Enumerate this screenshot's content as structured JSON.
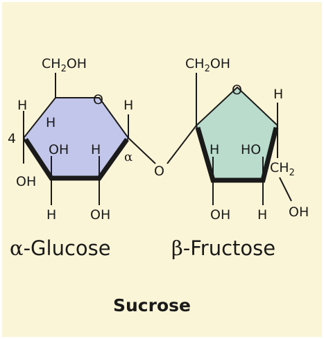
{
  "colors": {
    "background": "#fbf5d7",
    "glucose_ring": "#c2c6ea",
    "fructose_ring": "#b9dccd",
    "ink": "#1a1a1a"
  },
  "glucose": {
    "top_group": {
      "main": "CH",
      "sub": "2",
      "tail": "OH"
    },
    "ring_oxygen": "O",
    "h_upper_left": "H",
    "h_inner_left": "H",
    "h_right": "H",
    "carbon_number": "4",
    "oh_inner_left": "OH",
    "h_inner_right": "H",
    "anomeric_label": "α",
    "oh_left": "OH",
    "h_bottom": "H",
    "oh_bottom": "OH",
    "name_prefix": "α",
    "name": "-Glucose"
  },
  "glycosidic_oxygen": "O",
  "fructose": {
    "top_group": {
      "main": "CH",
      "sub": "2",
      "tail": "OH"
    },
    "ring_oxygen": "O",
    "h_right": "H",
    "h_inner_left": "H",
    "ho_inner": "HO",
    "side_group": {
      "main": "CH",
      "sub": "2"
    },
    "oh_bottom": "OH",
    "h_bottom": "H",
    "oh_side": "OH",
    "name_prefix": "β",
    "name": "-Fructose"
  },
  "title": "Sucrose"
}
